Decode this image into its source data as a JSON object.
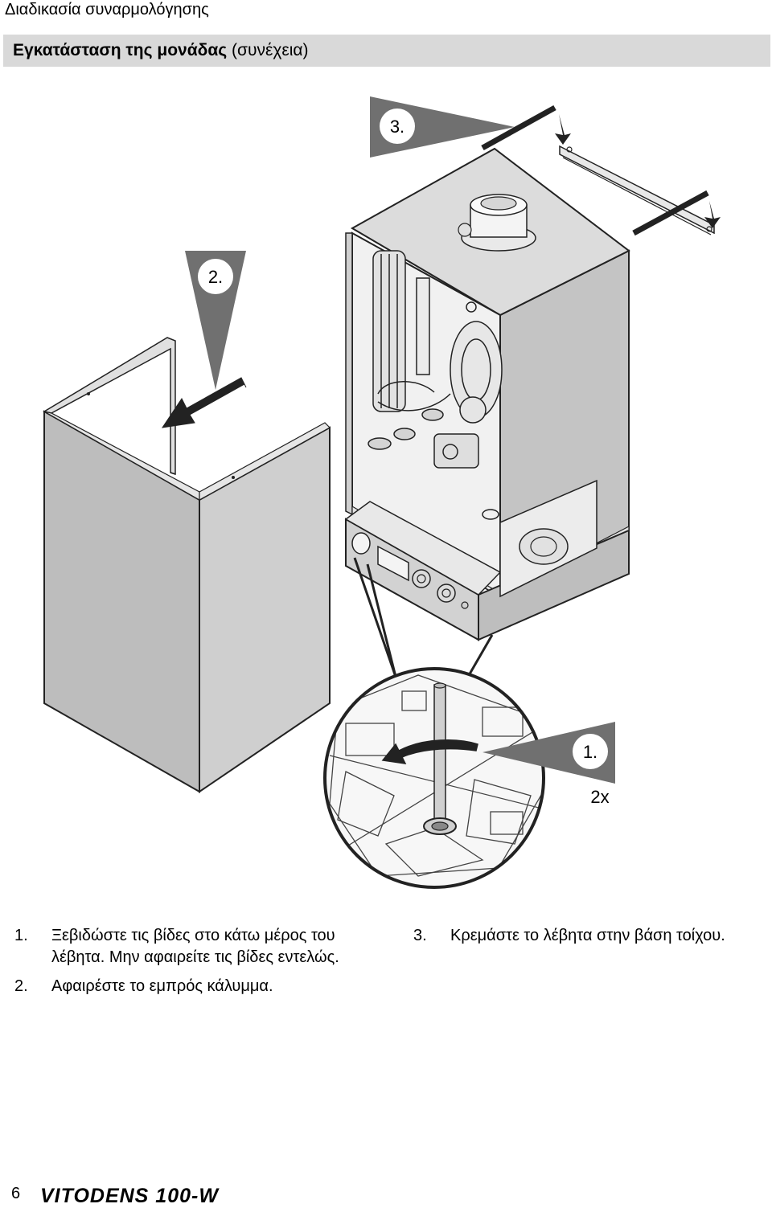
{
  "header": {
    "chapter": "Διαδικασία συναρμολόγησης",
    "section_title_bold": "Εγκατάσταση της μονάδας",
    "section_title_rest": " (συνέχεια)"
  },
  "figure": {
    "callout_1": "1.",
    "callout_1_count": "2x",
    "callout_2": "2.",
    "callout_3": "3."
  },
  "steps": [
    {
      "num": "1.",
      "text": "Ξεβιδώστε τις βίδες στο κάτω μέρος του λέβητα. Μην αφαιρείτε τις βίδες εντελώς."
    },
    {
      "num": "2.",
      "text": "Αφαιρέστε το εμπρός κάλυμμα."
    },
    {
      "num": "3.",
      "text": "Κρεμάστε το λέβητα στην βάση τοίχου."
    }
  ],
  "footer": {
    "page_number": "6",
    "brand": "VITODENS 100-W"
  },
  "colors": {
    "banner": "#d9d9d9",
    "panel_front": "#c8c8c8",
    "panel_dark": "#b5b5b5",
    "callout": "#707070"
  }
}
